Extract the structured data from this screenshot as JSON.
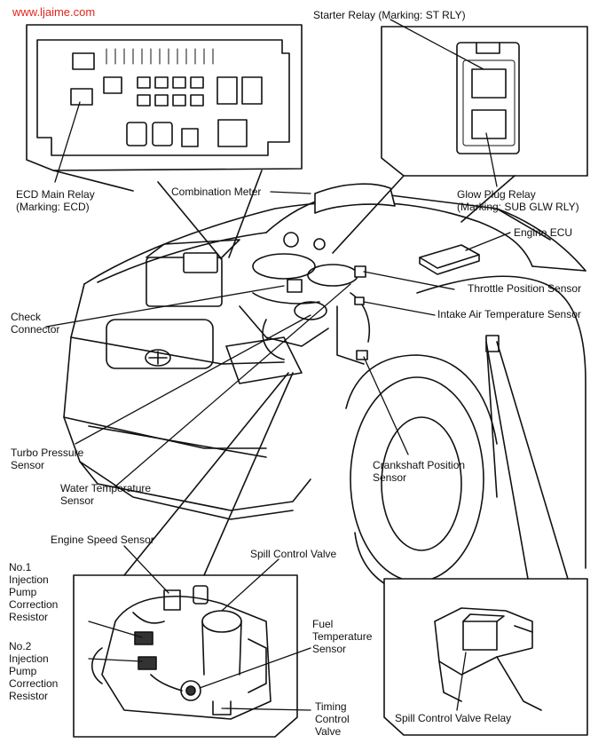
{
  "watermark": "www.ljaime.com",
  "labels": {
    "ecd_main_relay": "ECD Main Relay\n(Marking: ECD)",
    "combination_meter": "Combination Meter",
    "starter_relay": "Starter Relay (Marking: ST RLY)",
    "glow_plug_relay": "Glow Plug Relay\n(Marking: SUB GLW RLY)",
    "engine_ecu": "Engine ECU",
    "throttle_position_sensor": "Throttle Position Sensor",
    "intake_air_temp_sensor": "Intake Air Temperature Sensor",
    "check_connector": "Check\nConnector",
    "turbo_pressure_sensor": "Turbo Pressure\nSensor",
    "water_temp_sensor": "Water Temperature\nSensor",
    "crankshaft_position_sensor": "Crankshaft Position\nSensor",
    "engine_speed_sensor": "Engine Speed Sensor",
    "spill_control_valve": "Spill Control Valve",
    "no1_resistor": "No.1\nInjection\nPump\nCorrection\nResistor",
    "no2_resistor": "No.2\nInjection\nPump\nCorrection\nResistor",
    "fuel_temp_sensor": "Fuel\nTemperature\nSensor",
    "timing_control_valve": "Timing\nControl\nValve",
    "spill_control_valve_relay": "Spill Control Valve Relay"
  }
}
